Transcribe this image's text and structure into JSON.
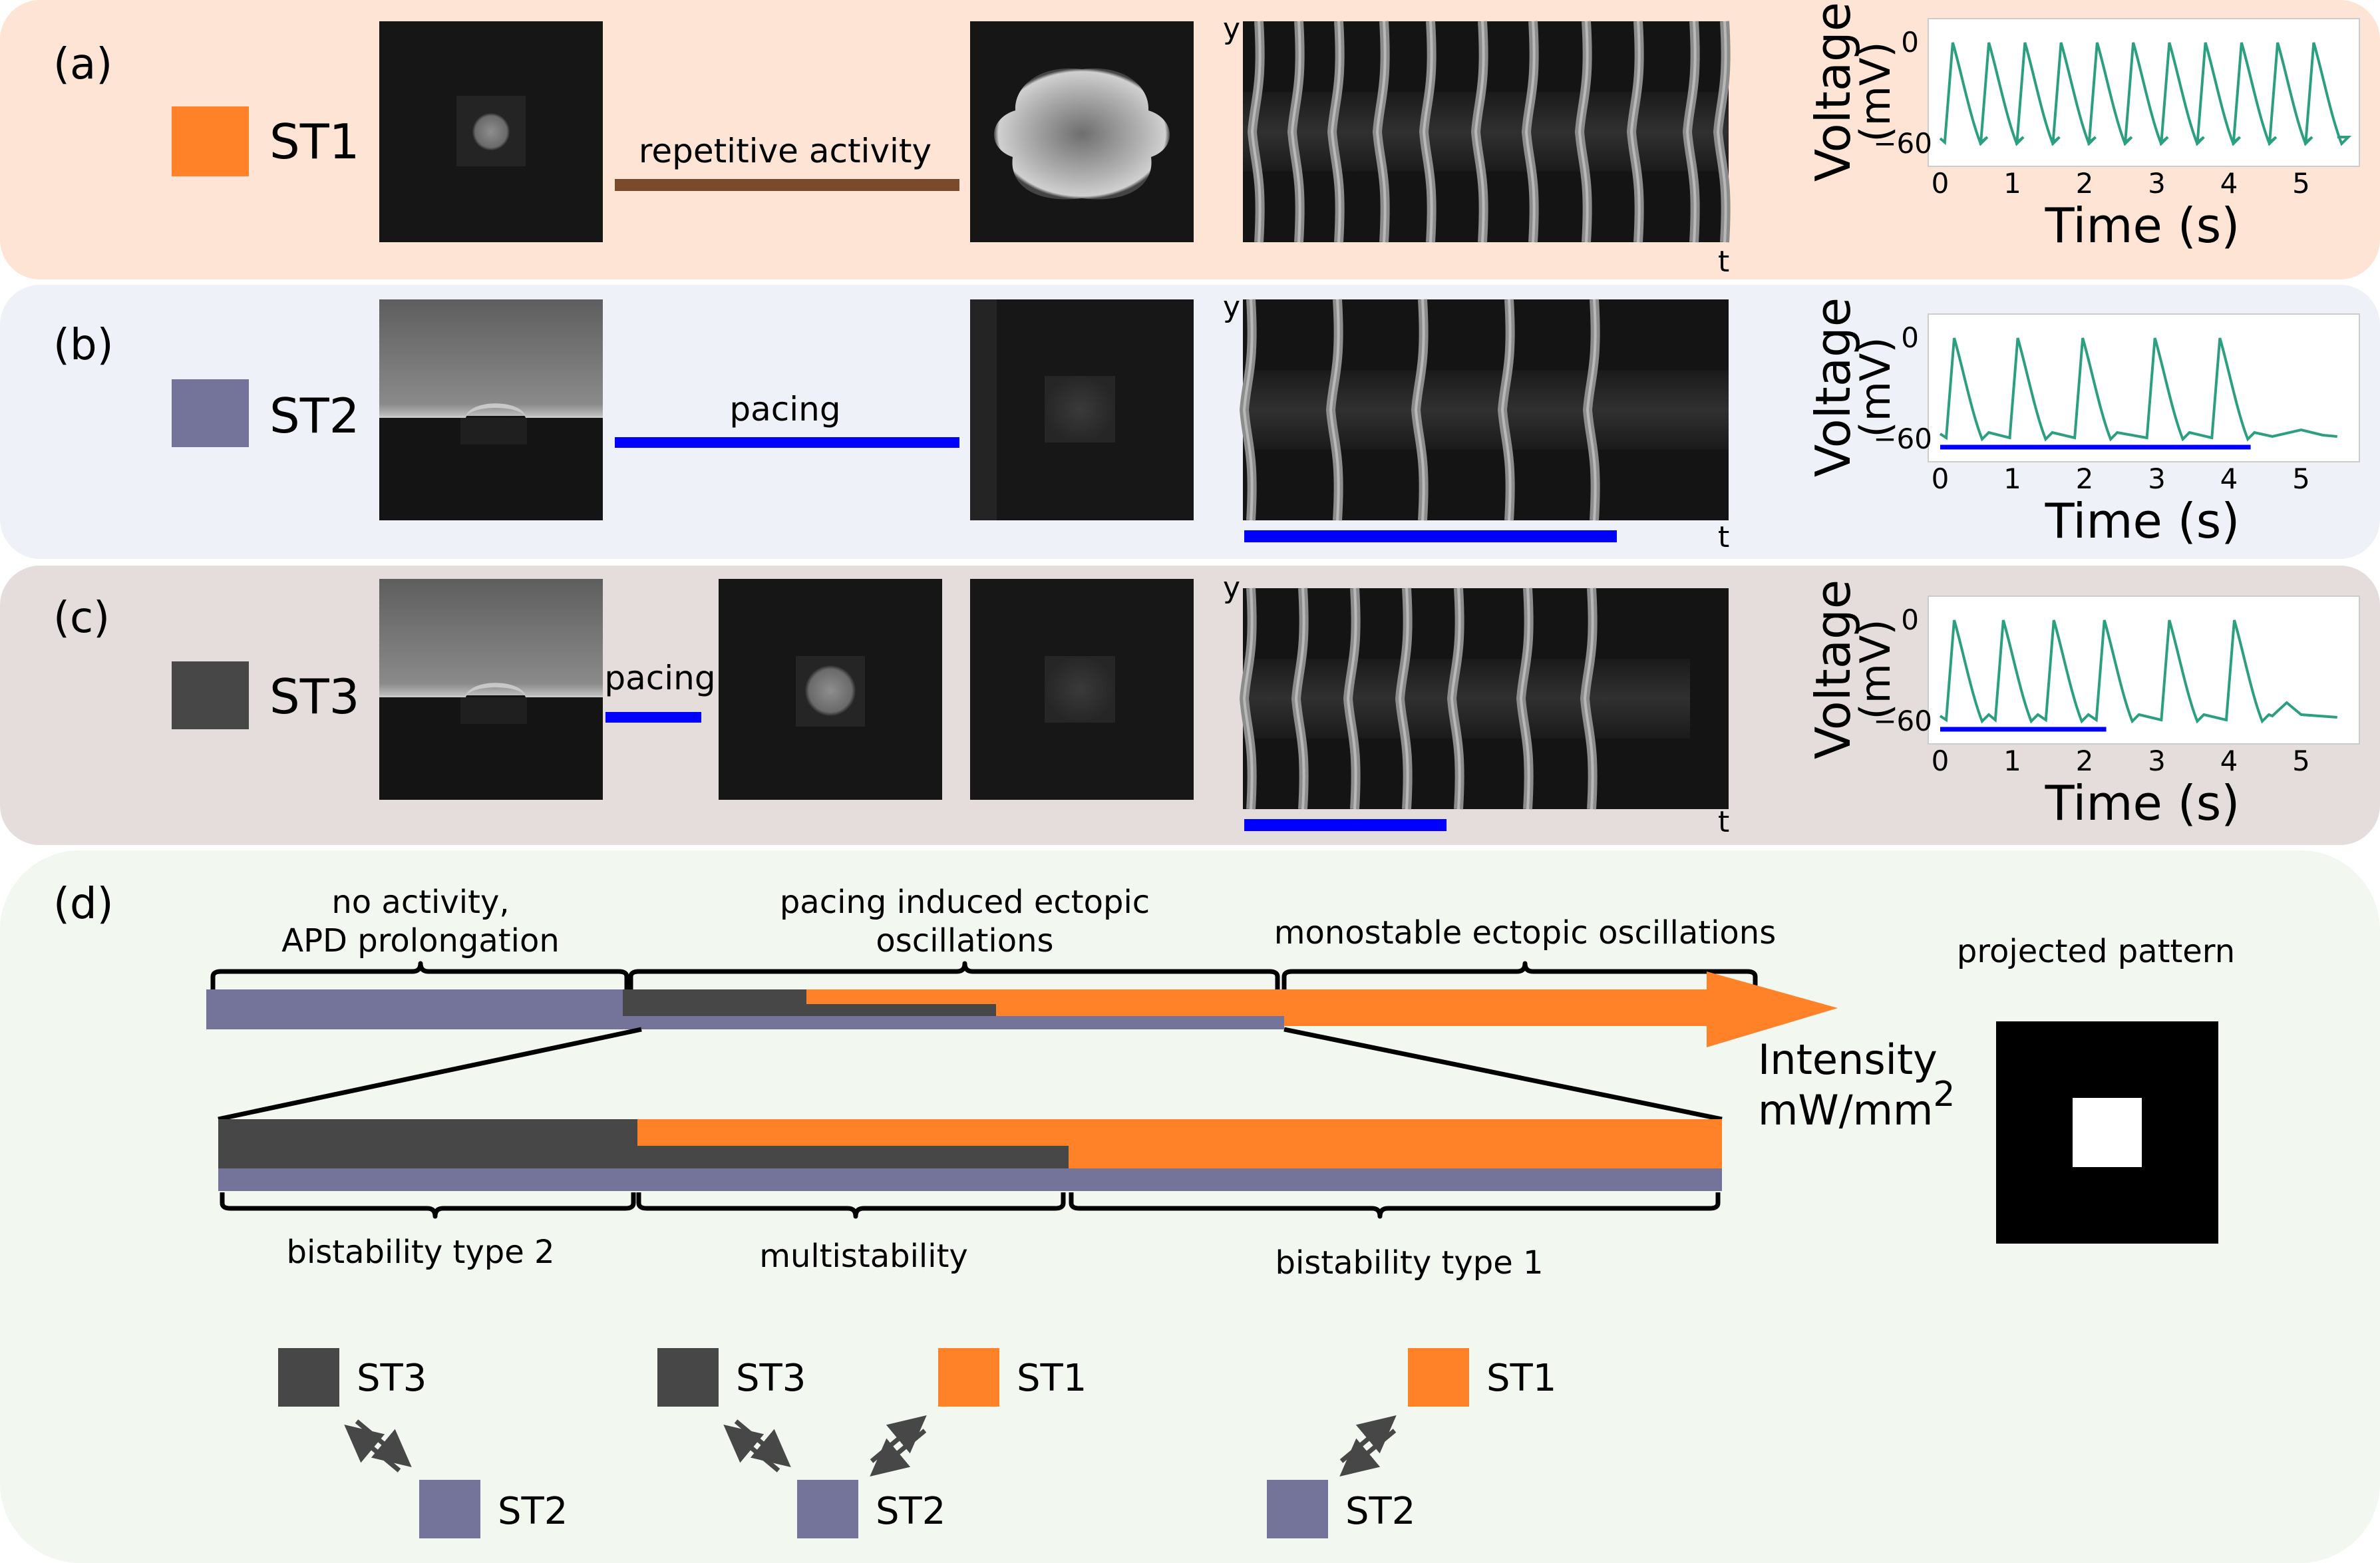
{
  "colors": {
    "st1": "#ff8128",
    "st2": "#74749a",
    "st3": "#474747",
    "pacing_blue": "#0000ff",
    "repetitive_brown": "#7a4a2a",
    "trace_green": "#2c9f80",
    "panel_a_bg": "#fde4d4",
    "panel_b_bg": "#eef2f8",
    "panel_c_bg": "#e5dcdc",
    "panel_d_bg": "#f2f7ef"
  },
  "panel_a": {
    "label": "(a)",
    "state": "ST1",
    "connector_label": "repetitive activity",
    "kymo_y": "y",
    "kymo_t": "t",
    "ylabel": "Voltage (mV)",
    "xlabel": "Time (s)",
    "yticks": [
      "0",
      "−60"
    ],
    "xticks": [
      "0",
      "1",
      "2",
      "3",
      "4",
      "5"
    ]
  },
  "panel_b": {
    "label": "(b)",
    "state": "ST2",
    "connector_label": "pacing",
    "kymo_y": "y",
    "kymo_t": "t",
    "ylabel": "Voltage (mV)",
    "xlabel": "Time (s)",
    "yticks": [
      "0",
      "−60"
    ],
    "xticks": [
      "0",
      "1",
      "2",
      "3",
      "4",
      "5"
    ]
  },
  "panel_c": {
    "label": "(c)",
    "state": "ST3",
    "connector_label": "pacing",
    "kymo_y": "y",
    "kymo_t": "t",
    "ylabel": "Voltage (mV)",
    "xlabel": "Time (s)",
    "yticks": [
      "0",
      "−60"
    ],
    "xticks": [
      "0",
      "1",
      "2",
      "3",
      "4",
      "5"
    ]
  },
  "panel_d": {
    "label": "(d)",
    "region_top_1": [
      "no activity,",
      "APD prolongation"
    ],
    "region_top_2": [
      "pacing induced ectopic",
      "oscillations"
    ],
    "region_top_3": "monostable ectopic oscillations",
    "axis_label_1": "Intensity",
    "axis_label_2": "mW/mm",
    "axis_label_sup": "2",
    "projected_pattern": "projected pattern",
    "region_bottom_1": "bistability type 2",
    "region_bottom_2": "multistability",
    "region_bottom_3": "bistability type 1",
    "scheme_1": {
      "top": "ST3",
      "bottom": "ST2"
    },
    "scheme_2": {
      "top_left": "ST3",
      "top_right": "ST1",
      "bottom": "ST2"
    },
    "scheme_3": {
      "top": "ST1",
      "bottom": "ST2"
    }
  }
}
